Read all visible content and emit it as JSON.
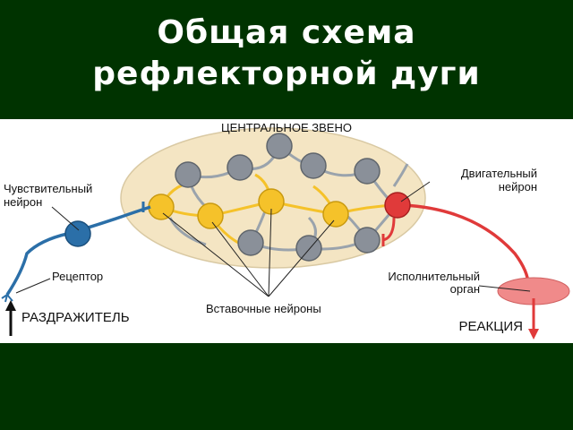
{
  "slide": {
    "title_line1": "Общая схема",
    "title_line2": "рефлекторной дуги"
  },
  "diagram": {
    "central_label": "ЦЕНТРАЛЬНОЕ ЗВЕНО",
    "sensory_neuron_line1": "Чувствительный",
    "sensory_neuron_line2": "нейрон",
    "motor_neuron_line1": "Двигательный",
    "motor_neuron_line2": "нейрон",
    "receptor": "Рецептор",
    "effector_line1": "Исполнительный",
    "effector_line2": "орган",
    "interneurons": "Вставочные нейроны",
    "stimulus": "РАЗДРАЖИТЕЛЬ",
    "reaction": "РЕАКЦИЯ"
  },
  "colors": {
    "background": "#003300",
    "center_oval": "#f4e5c3",
    "sensory": "#2b6fa8",
    "interneuron": "#f5c22a",
    "motor": "#e03a3a",
    "other_neuron": "#8a9099",
    "effector": "#f08a8a"
  }
}
